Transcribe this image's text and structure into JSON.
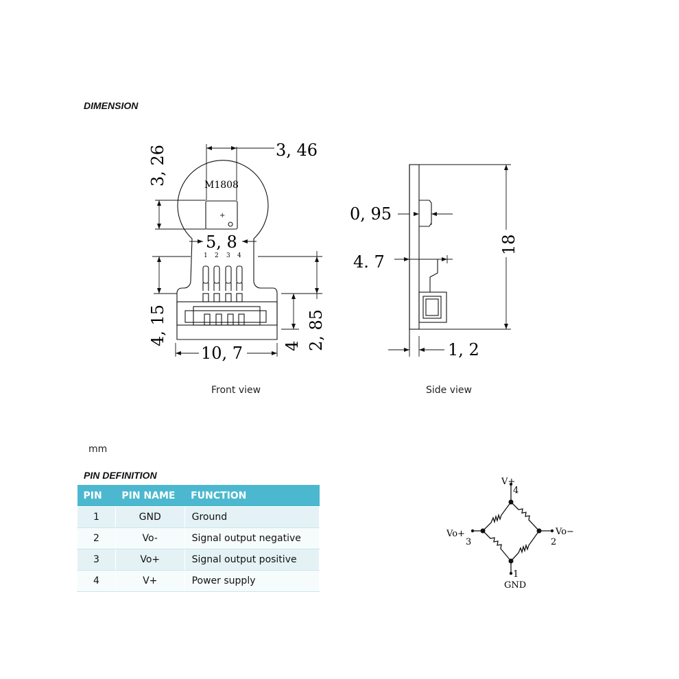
{
  "headings": {
    "dimension": "DIMENSION",
    "pin_definition": "PIN DEFINITION"
  },
  "captions": {
    "front_view": "Front view",
    "side_view": "Side view",
    "unit": "mm"
  },
  "front_view": {
    "part_label": "M1808",
    "dimensions": {
      "top_width": "3, 46",
      "top_height": "3, 26",
      "pin_span": "5, 8",
      "left_height": "4, 15",
      "bottom_width": "10, 7",
      "connector_h": "4",
      "right_height": "2, 85"
    },
    "pin_numbers": [
      "1",
      "2",
      "3",
      "4"
    ]
  },
  "side_view": {
    "dimensions": {
      "chip": "0, 95",
      "connector": "4. 7",
      "height": "18",
      "thickness": "1, 2"
    }
  },
  "pin_table": {
    "headers": [
      "PIN",
      "PIN NAME",
      "FUNCTION"
    ],
    "rows": [
      {
        "pin": "1",
        "name": "GND",
        "function": "Ground"
      },
      {
        "pin": "2",
        "name": "Vo-",
        "function": "Signal output negative"
      },
      {
        "pin": "3",
        "name": "Vo+",
        "function": "Signal output positive"
      },
      {
        "pin": "4",
        "name": "V+",
        "function": "Power supply"
      }
    ]
  },
  "bridge": {
    "top": "V+",
    "top_pin": "4",
    "left": "Vo+",
    "left_pin": "3",
    "right": "Vo−",
    "right_pin": "2",
    "bottom": "GND",
    "bottom_pin": "1"
  }
}
